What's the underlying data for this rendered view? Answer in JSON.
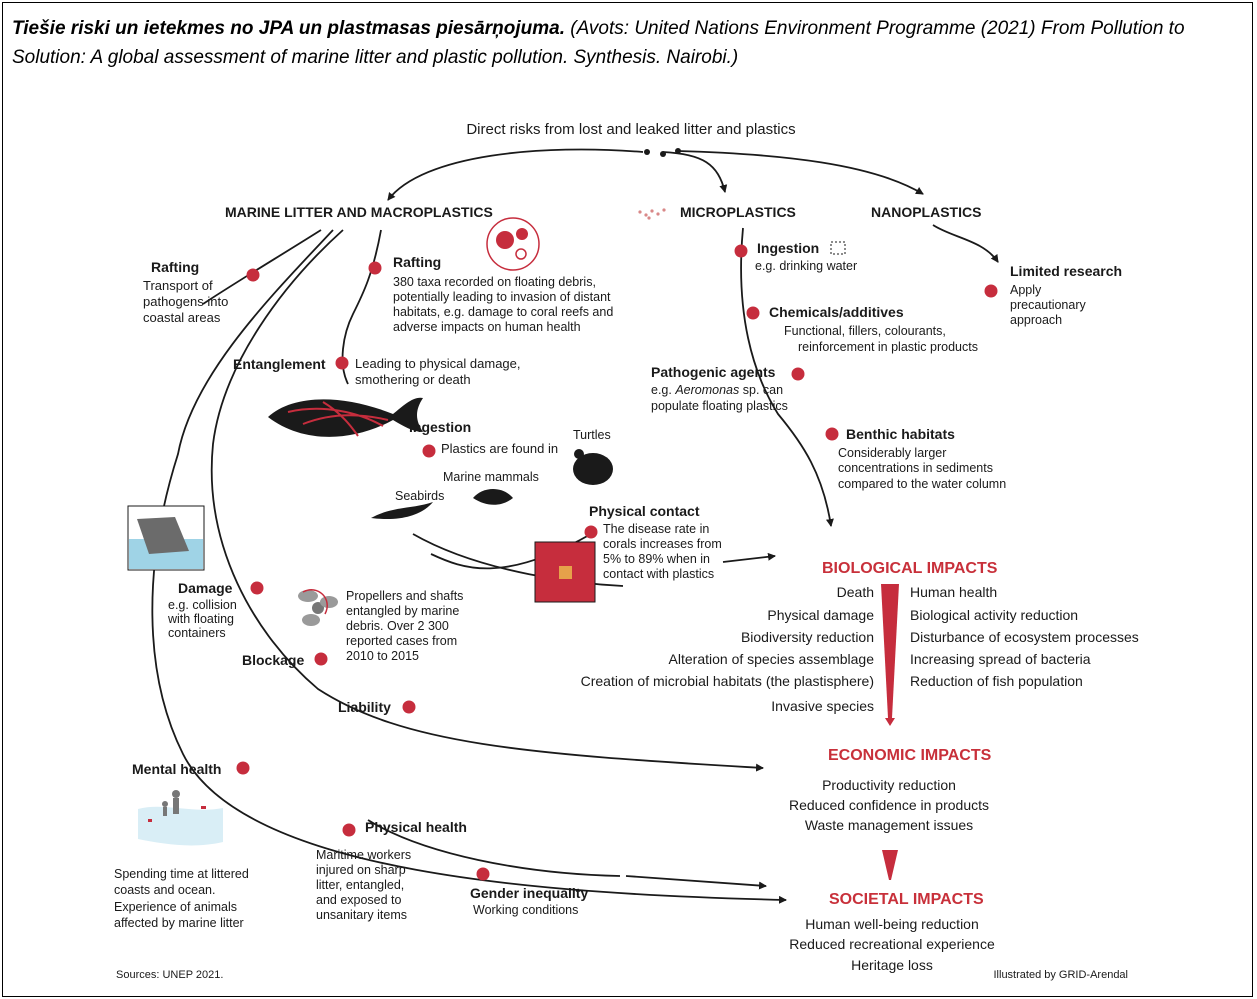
{
  "caption": {
    "title": "Tiešie riski un ietekmes no JPA un plastmasas piesārņojuma.",
    "source": "(Avots: United Nations Environment Programme (2021) From Pollution to Solution: A global assessment of marine litter and plastic pollution. Synthesis. Nairobi.)"
  },
  "diagram": {
    "top_title": "Direct risks from lost and leaked litter and plastics",
    "categories": {
      "macro": "MARINE LITTER AND MACROPLASTICS",
      "micro": "MICROPLASTICS",
      "nano": "NANOPLASTICS"
    },
    "rafting_left": {
      "title": "Rafting",
      "lines": [
        "Transport of",
        "pathogens into",
        "coastal areas"
      ]
    },
    "rafting_mid": {
      "title": "Rafting",
      "lines": [
        "380 taxa recorded on floating debris,",
        "potentially leading to invasion of distant",
        "habitats, e.g. damage to coral reefs and",
        "adverse impacts on human health"
      ]
    },
    "entanglement": {
      "title": "Entanglement",
      "lines": [
        "Leading to physical damage,",
        "smothering or death"
      ]
    },
    "ingestion_macro": {
      "title": "Ingestion",
      "line": "Plastics are found in"
    },
    "animals": {
      "turtles": "Turtles",
      "mammals": "Marine mammals",
      "seabirds": "Seabirds"
    },
    "physical_contact": {
      "title": "Physical contact",
      "lines": [
        "The disease rate in",
        "corals increases from",
        "5% to 89% when in",
        "contact with plastics"
      ]
    },
    "damage": {
      "title": "Damage",
      "lines": [
        "e.g. collision",
        "with floating",
        "containers"
      ]
    },
    "propellers": {
      "lines": [
        "Propellers and shafts",
        "entangled by marine",
        "debris. Over 2 300",
        "reported cases from",
        "2010 to 2015"
      ]
    },
    "blockage": "Blockage",
    "liability": "Liability",
    "mental_health": {
      "title": "Mental health",
      "lines": [
        "Spending time at littered",
        "coasts and ocean.",
        "Experience of animals",
        "affected by marine litter"
      ]
    },
    "physical_health": {
      "title": "Physical health",
      "lines": [
        "Maritime workers",
        "injured on sharp",
        "litter, entangled,",
        "and exposed to",
        "unsanitary items"
      ]
    },
    "gender": {
      "title": "Gender inequality",
      "line": "Working conditions"
    },
    "ingestion_micro": {
      "title": "Ingestion",
      "line": "e.g. drinking water"
    },
    "chemicals": {
      "title": "Chemicals/additives",
      "lines": [
        "Functional, fillers, colourants,",
        "reinforcement in plastic products"
      ]
    },
    "pathogenic": {
      "title": "Pathogenic agents",
      "line1_pre": "e.g. ",
      "line1_italic": "Aeromonas",
      "line1_post": " sp. can",
      "line2": "populate floating plastics"
    },
    "benthic": {
      "title": "Benthic habitats",
      "lines": [
        "Considerably larger",
        "concentrations in sediments",
        "compared to the water column"
      ]
    },
    "limited": {
      "title": "Limited research",
      "lines": [
        "Apply",
        "precautionary",
        "approach"
      ]
    },
    "biological": {
      "title": "BIOLOGICAL IMPACTS",
      "left": [
        "Death",
        "Physical damage",
        "Biodiversity reduction",
        "Alteration of species assemblage",
        "Creation of microbial habitats (the plastisphere)",
        "Invasive species"
      ],
      "right": [
        "Human health",
        "Biological activity reduction",
        "Disturbance of ecosystem processes",
        "Increasing spread of bacteria",
        "Reduction of fish population"
      ]
    },
    "economic": {
      "title": "ECONOMIC IMPACTS",
      "lines": [
        "Productivity reduction",
        "Reduced confidence in products",
        "Waste management issues"
      ]
    },
    "societal": {
      "title": "SOCIETAL IMPACTS",
      "lines": [
        "Human well-being reduction",
        "Reduced recreational experience",
        "Heritage loss"
      ]
    },
    "sources": "Sources: UNEP 2021.",
    "illustrated": "Illustrated by GRID-Arendal"
  },
  "colors": {
    "accent_red": "#c62d3d",
    "heading_red": "#c8303a",
    "text": "#1a1a1a",
    "water": "#9fd3e6"
  }
}
